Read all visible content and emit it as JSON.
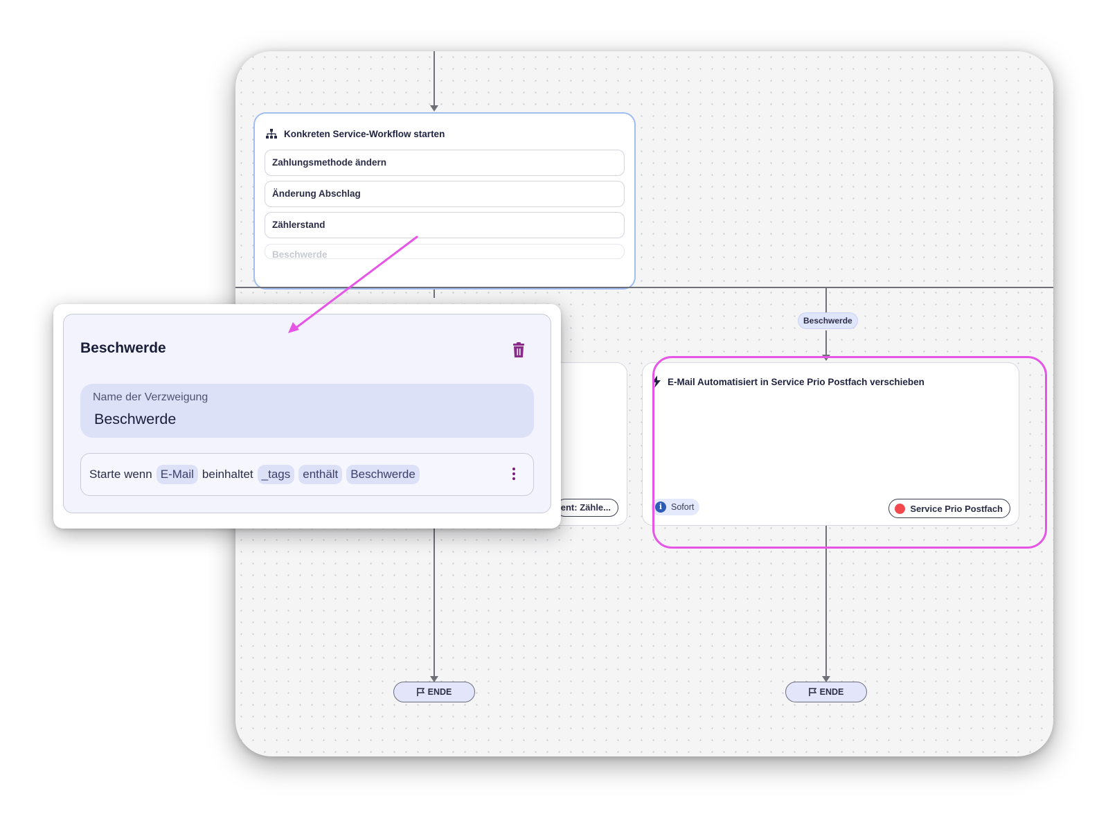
{
  "workflow": {
    "service_node": {
      "title": "Konkreten Service-Workflow starten",
      "icon": "sitemap-icon",
      "options": [
        "Zahlungsmethode ändern",
        "Änderung Abschlag",
        "Zählerstand",
        "Beschwerde"
      ]
    },
    "branch_label": "Beschwerde",
    "action_node": {
      "title": "E-Mail Automatisiert in Service Prio Postfach verschieben",
      "icon": "lightning-icon",
      "timing": "Sofort",
      "target": "Service Prio Postfach"
    },
    "partial_pill": "ent: Zähle...",
    "end_labels": [
      "ENDE",
      "ENDE"
    ],
    "colors": {
      "highlight": "#e655e6",
      "arrow": "#e655e6",
      "node_border": "#9fbdf0",
      "target_dot": "#f1484e"
    }
  },
  "popup": {
    "title": "Beschwerde",
    "name_label": "Name der Verzweigung",
    "name_value": "Beschwerde",
    "condition": {
      "prefix": "Starte wenn",
      "chip1": "E-Mail",
      "verb": "beinhaltet",
      "chip2": "_tags",
      "chip3": "enthält",
      "chip4": "Beschwerde"
    }
  }
}
